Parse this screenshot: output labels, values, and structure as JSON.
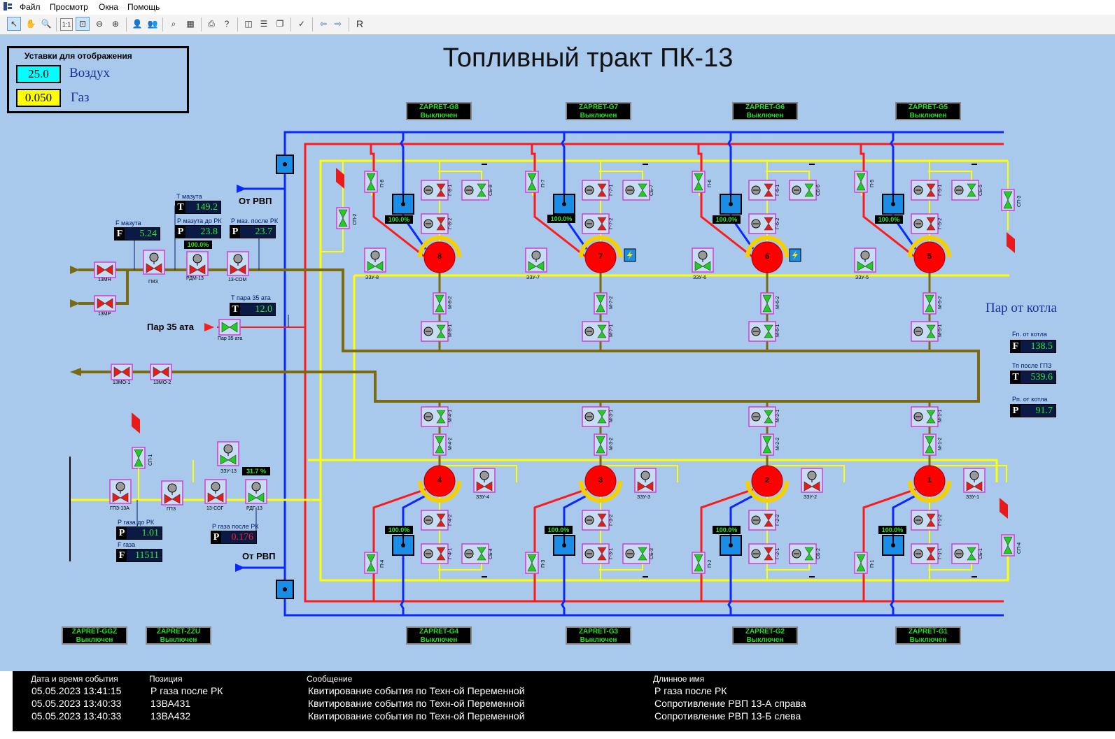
{
  "menu": [
    "Файл",
    "Просмотр",
    "Окна",
    "Помощь"
  ],
  "toolbar": {
    "reset_label": "R",
    "zoom_label": "1:1"
  },
  "settings": {
    "title": "Уставки для отображения",
    "air_value": "25.0",
    "air_label": "Воздух",
    "gas_value": "0.050",
    "gas_label": "Газ",
    "air_color": "#00ffff",
    "gas_color": "#ffff00"
  },
  "title": "Топливный тракт ПК-13",
  "zapret_top": [
    {
      "name": "ZAPRET-G8",
      "state": "Выключен"
    },
    {
      "name": "ZAPRET-G7",
      "state": "Выключен"
    },
    {
      "name": "ZAPRET-G6",
      "state": "Выключен"
    },
    {
      "name": "ZAPRET-G5",
      "state": "Выключен"
    }
  ],
  "zapret_bottom": [
    {
      "name": "ZAPRET-GGZ",
      "state": "Выключен"
    },
    {
      "name": "ZAPRET-ZZU",
      "state": "Выключен"
    },
    {
      "name": "ZAPRET-G4",
      "state": "Выключен"
    },
    {
      "name": "ZAPRET-G3",
      "state": "Выключен"
    },
    {
      "name": "ZAPRET-G2",
      "state": "Выключен"
    },
    {
      "name": "ZAPRET-G1",
      "state": "Выключен"
    }
  ],
  "colors": {
    "gas_line": "#ffff00",
    "oil_line": "#7a6a14",
    "steam_line": "#ff1a1a",
    "air_line": "#0a28ff",
    "burner": "#ff0000",
    "valve_open": "#22cc22",
    "valve_closed": "#e81a1a",
    "valve_frame": "#d63cd6"
  },
  "measurements": {
    "f_mazuta": {
      "label": "F мазута",
      "letter": "F",
      "value": "5.24"
    },
    "t_mazuta": {
      "label": "Т мазута",
      "letter": "T",
      "value": "149.2"
    },
    "p_mazuta_do": {
      "label": "Р мазута до РК",
      "letter": "P",
      "value": "23.8"
    },
    "p_maz_posle": {
      "label": "Р маз. после РК",
      "letter": "P",
      "value": "23.7"
    },
    "t_para": {
      "label": "Т пара 35 ата",
      "letter": "T",
      "value": "12.0"
    },
    "p_gaza_do": {
      "label": "Р газа до РК",
      "letter": "P",
      "value": "1.01"
    },
    "f_gaza": {
      "label": "F газа",
      "letter": "F",
      "value": "11511"
    },
    "p_gaza_posle": {
      "label": "Р газа после РК",
      "letter": "P",
      "value": "0.176"
    },
    "fp_kotla": {
      "label": "Fп. от котла",
      "letter": "F",
      "value": "138.5"
    },
    "tp_gpz": {
      "label": "Тп после ГПЗ",
      "letter": "T",
      "value": "539.6"
    },
    "rp_kotla": {
      "label": "Рп. от котла",
      "letter": "P",
      "value": "91.7"
    }
  },
  "labels": {
    "ot_rvp": "От РВП",
    "par_35": "Пар  35 ата",
    "par_ot_kotla": "Пар от котла"
  },
  "valve_captions": {
    "13mn": "13МН",
    "13mr": "13МР",
    "gmz": "ГМЗ",
    "rdm13": "РДМ-13",
    "13som": "13-СОМ",
    "par35": "Пар 35 ата",
    "13mo1": "13МО-1",
    "13mo2": "13МО-2",
    "gpz13a": "ГПЗ-13А",
    "gpz": "ГПЗ",
    "13sog": "13-СОГ",
    "rdg13": "РДГ-13",
    "zzu13": "ЗЗУ-13",
    "sp1": "СП-1",
    "sp2": "СП-2",
    "sp3": "СП-3",
    "sp4": "СП-4"
  },
  "percents": {
    "rdm": "100.0%",
    "rdg": "31.7 %",
    "air": "100.0%"
  },
  "burners_top": [
    {
      "num": "8",
      "zzu": "ЗЗУ-8",
      "p": "П-8",
      "g1": "Г-8-1",
      "g2": "Г-8-2",
      "sb": "СБ-8",
      "m1": "М-8-1",
      "m2": "М-8-2"
    },
    {
      "num": "7",
      "zzu": "ЗЗУ-7",
      "p": "П-7",
      "g1": "Г-7-1",
      "g2": "Г-7-2",
      "sb": "СБ-7",
      "m1": "М-7-1",
      "m2": "М-7-2"
    },
    {
      "num": "6",
      "zzu": "ЗЗУ-6",
      "p": "П-6",
      "g1": "Г-6-1",
      "g2": "Г-6-2",
      "sb": "СБ-6",
      "m1": "М-6-1",
      "m2": "М-6-2"
    },
    {
      "num": "5",
      "zzu": "ЗЗУ-5",
      "p": "П-5",
      "g1": "Г-5-1",
      "g2": "Г-5-2",
      "sb": "СБ-5",
      "m1": "М-5-1",
      "m2": "М-5-2"
    }
  ],
  "burners_bottom": [
    {
      "num": "4",
      "zzu": "ЗЗУ-4",
      "p": "П-4",
      "g1": "Г-4-1",
      "g2": "Г-4-2",
      "sb": "СБ-4",
      "m1": "М-4-1",
      "m2": "М-4-2"
    },
    {
      "num": "3",
      "zzu": "ЗЗУ-3",
      "p": "П-3",
      "g1": "Г-3-1",
      "g2": "Г-3-2",
      "sb": "СБ-3",
      "m1": "М-3-1",
      "m2": "М-3-2"
    },
    {
      "num": "2",
      "zzu": "ЗЗУ-2",
      "p": "П-2",
      "g1": "Г-2-1",
      "g2": "Г-2-2",
      "sb": "СБ-2",
      "m1": "М-2-1",
      "m2": "М-2-2"
    },
    {
      "num": "1",
      "zzu": "ЗЗУ-1",
      "p": "П-1",
      "g1": "Г-1-1",
      "g2": "Г-1-2",
      "sb": "СБ-1",
      "m1": "М-1-1",
      "m2": "М-1-2"
    }
  ],
  "events": {
    "headers": [
      "Дата и время события",
      "Позиция",
      "Сообщение",
      "Длинное имя"
    ],
    "rows": [
      [
        "05.05.2023 13:41:15",
        "Р газа после РК",
        "Квитирование события по Техн-ой Переменной",
        "Р газа после РК"
      ],
      [
        "05.05.2023 13:40:33",
        "13ВА431",
        "Квитирование события по Техн-ой Переменной",
        "Сопротивление РВП 13-А справа"
      ],
      [
        "05.05.2023 13:40:33",
        "13ВА432",
        "Квитирование события по Техн-ой Переменной",
        "Сопротивление РВП 13-Б слева"
      ]
    ]
  }
}
